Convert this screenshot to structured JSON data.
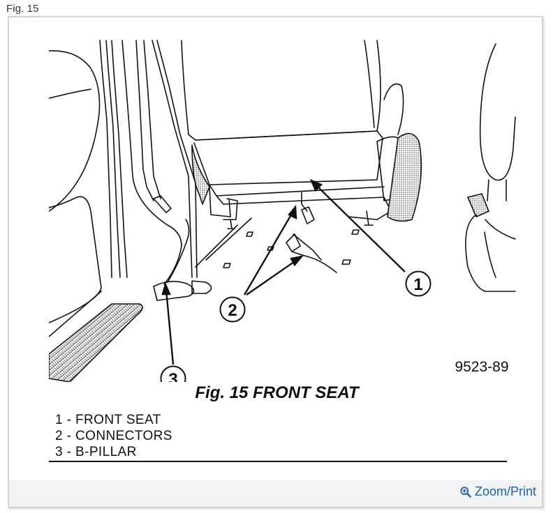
{
  "header": {
    "figure_label": "Fig. 15"
  },
  "figure": {
    "caption": "Fig. 15 FRONT SEAT",
    "part_number": "9523-89",
    "callouts": [
      {
        "number": "1",
        "target": "front-seat"
      },
      {
        "number": "2",
        "target": "connectors"
      },
      {
        "number": "3",
        "target": "b-pillar"
      }
    ]
  },
  "legend": {
    "items": [
      {
        "label": "1 - FRONT SEAT"
      },
      {
        "label": "2 - CONNECTORS"
      },
      {
        "label": "3 - B-PILLAR"
      }
    ]
  },
  "footer": {
    "zoom_print_label": "Zoom/Print",
    "zoom_icon": "magnifier-plus-icon",
    "link_color": "#1f5fae"
  }
}
